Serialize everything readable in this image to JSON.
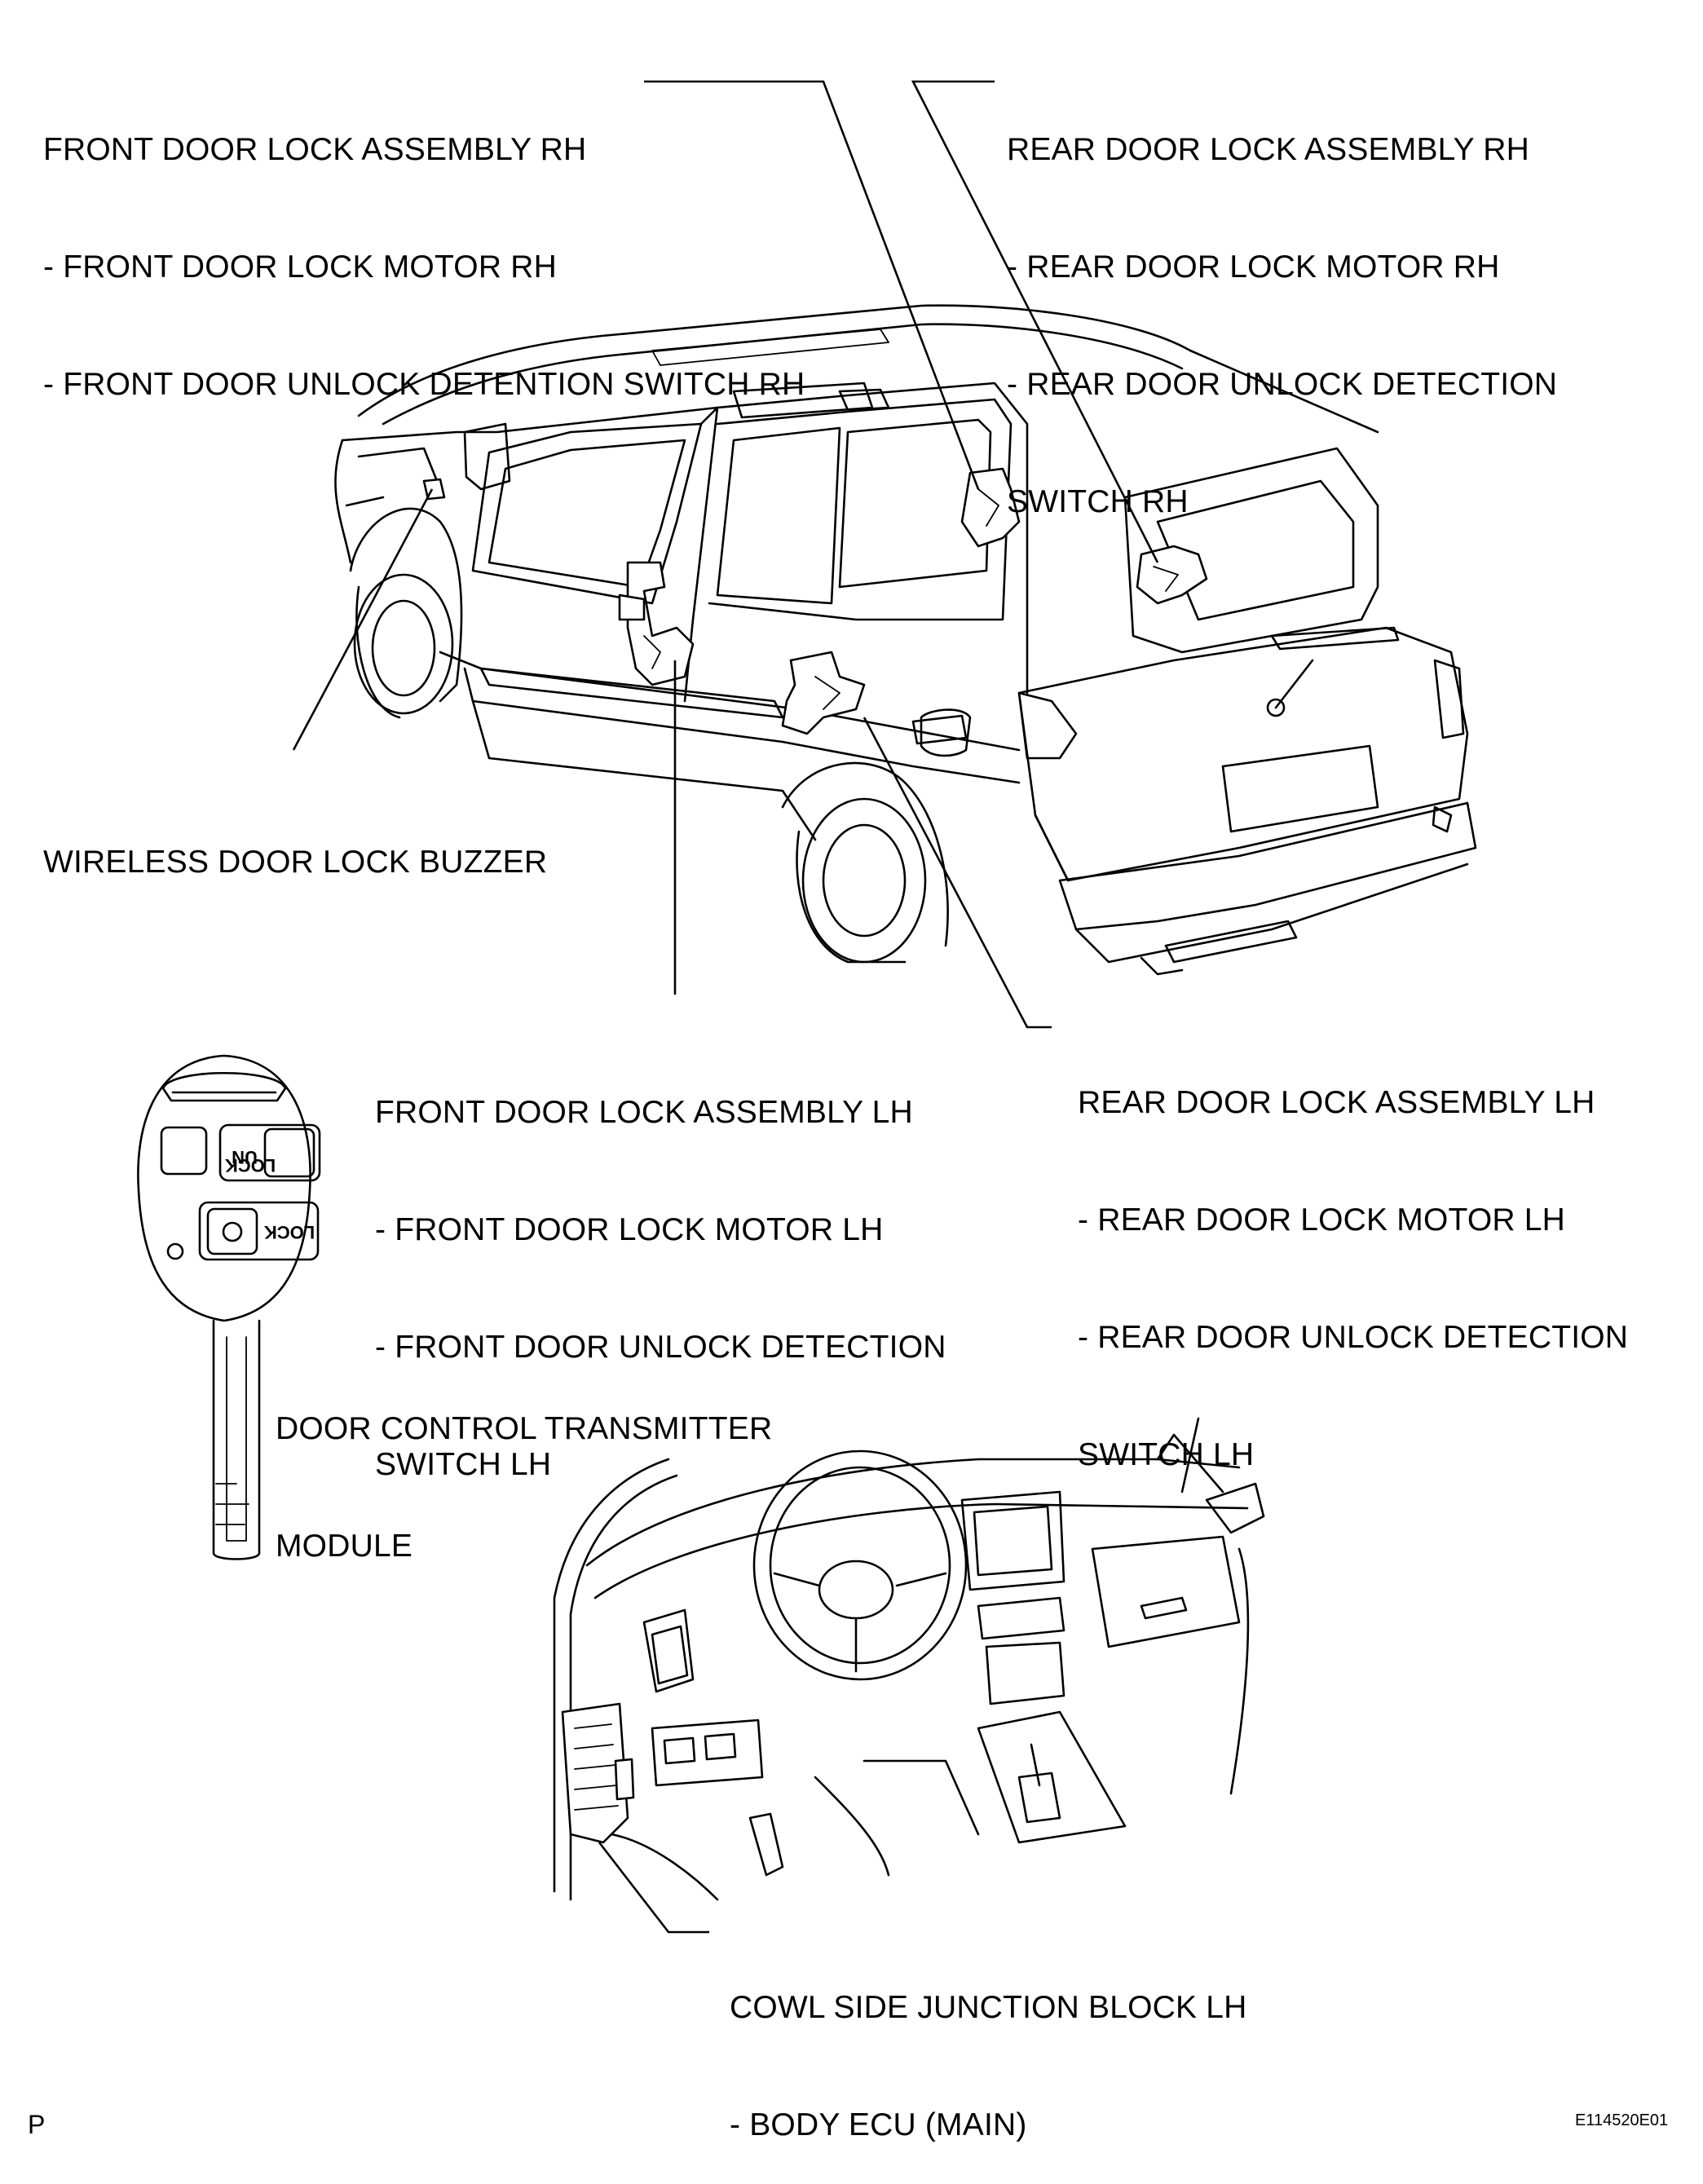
{
  "labels": {
    "front_rh": [
      "FRONT DOOR LOCK ASSEMBLY RH",
      "- FRONT DOOR LOCK MOTOR RH",
      "- FRONT DOOR UNLOCK DETENTION SWITCH RH"
    ],
    "rear_rh": [
      "REAR DOOR LOCK ASSEMBLY RH",
      "- REAR DOOR LOCK MOTOR RH",
      "- REAR DOOR UNLOCK DETECTION",
      "SWITCH RH"
    ],
    "buzzer": [
      "WIRELESS DOOR LOCK BUZZER"
    ],
    "front_lh": [
      "FRONT DOOR LOCK ASSEMBLY LH",
      "- FRONT DOOR LOCK MOTOR LH",
      "- FRONT DOOR UNLOCK DETECTION",
      "SWITCH LH"
    ],
    "rear_lh": [
      "REAR DOOR LOCK ASSEMBLY LH",
      "- REAR DOOR LOCK MOTOR LH",
      "- REAR DOOR UNLOCK DETECTION",
      "SWITCH LH"
    ],
    "transmitter": [
      "DOOR CONTROL TRANSMITTER",
      "MODULE"
    ],
    "cowl": [
      "COWL SIDE JUNCTION BLOCK LH",
      "- BODY ECU (MAIN)"
    ]
  },
  "key_buttons": {
    "unlock_line1": "UN",
    "unlock_line2": "LOCK",
    "lock": "LOCK"
  },
  "footer": {
    "left": "P",
    "right": "E114520E01"
  }
}
